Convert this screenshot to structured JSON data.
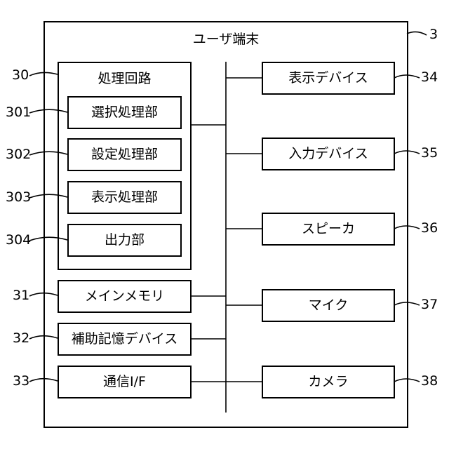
{
  "terminal": {
    "title": "ユーザ端末",
    "ref": "3"
  },
  "processing_circuit": {
    "title": "処理回路",
    "ref": "30",
    "units": [
      {
        "label": "選択処理部",
        "ref": "301"
      },
      {
        "label": "設定処理部",
        "ref": "302"
      },
      {
        "label": "表示処理部",
        "ref": "303"
      },
      {
        "label": "出力部",
        "ref": "304"
      }
    ]
  },
  "left_blocks": [
    {
      "label": "メインメモリ",
      "ref": "31"
    },
    {
      "label": "補助記憶デバイス",
      "ref": "32"
    },
    {
      "label": "通信I/F",
      "ref": "33"
    }
  ],
  "right_blocks": [
    {
      "label": "表示デバイス",
      "ref": "34"
    },
    {
      "label": "入力デバイス",
      "ref": "35"
    },
    {
      "label": "スピーカ",
      "ref": "36"
    },
    {
      "label": "マイク",
      "ref": "37"
    },
    {
      "label": "カメラ",
      "ref": "38"
    }
  ]
}
